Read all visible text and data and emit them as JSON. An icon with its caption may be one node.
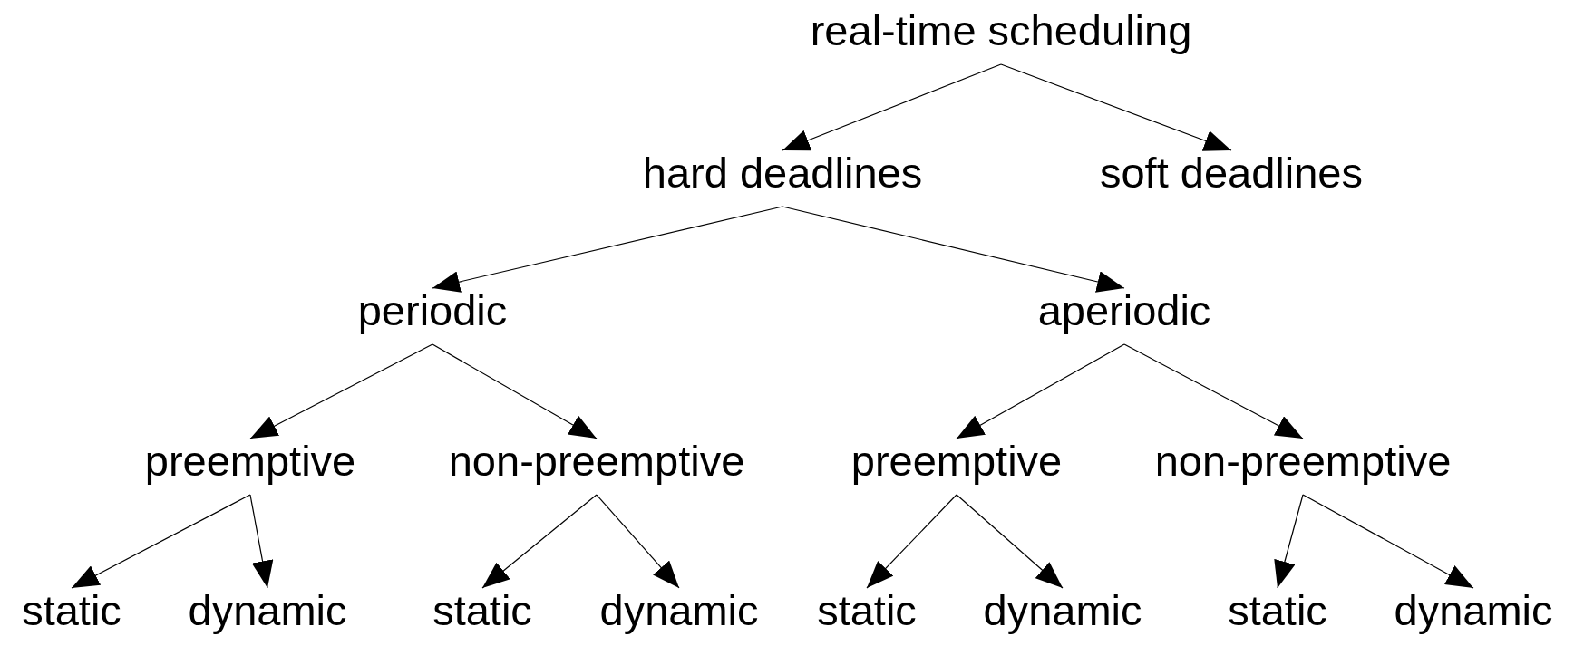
{
  "diagram": {
    "nodes": [
      {
        "text": [
          "real-time scheduling"
        ]
      },
      {
        "text": [
          "hard deadlines"
        ]
      },
      {
        "text": [
          "soft deadlines"
        ]
      },
      {
        "text": [
          "periodic"
        ]
      },
      {
        "text": [
          "aperiodic"
        ]
      },
      {
        "text": [
          "preemptive"
        ]
      },
      {
        "text": [
          "non-preemptive"
        ]
      },
      {
        "text": [
          "preemptive"
        ]
      },
      {
        "text": [
          "non-preemptive"
        ]
      },
      {
        "text": [
          "static"
        ]
      },
      {
        "text": [
          "dynamic"
        ]
      },
      {
        "text": [
          "static"
        ]
      },
      {
        "text": [
          "dynamic"
        ]
      },
      {
        "text": [
          "static"
        ]
      },
      {
        "text": [
          "dynamic"
        ]
      },
      {
        "text": [
          "static"
        ]
      },
      {
        "text": [
          "dynamic"
        ]
      }
    ],
    "edges": [
      {
        "from": 0,
        "to": 1,
        "arrow": "to"
      },
      {
        "from": 0,
        "to": 2,
        "arrow": "to"
      },
      {
        "from": 1,
        "to": 3,
        "arrow": "to"
      },
      {
        "from": 1,
        "to": 4,
        "arrow": "to"
      },
      {
        "from": 3,
        "to": 5,
        "arrow": "to"
      },
      {
        "from": 3,
        "to": 6,
        "arrow": "to"
      },
      {
        "from": 4,
        "to": 7,
        "arrow": "to"
      },
      {
        "from": 4,
        "to": 8,
        "arrow": "to"
      },
      {
        "from": 5,
        "to": 9,
        "arrow": "to"
      },
      {
        "from": 5,
        "to": 10,
        "arrow": "to"
      },
      {
        "from": 6,
        "to": 11,
        "arrow": "to"
      },
      {
        "from": 6,
        "to": 12,
        "arrow": "to"
      },
      {
        "from": 7,
        "to": 13,
        "arrow": "to"
      },
      {
        "from": 7,
        "to": 14,
        "arrow": "to"
      },
      {
        "from": 8,
        "to": 15,
        "arrow": "to"
      },
      {
        "from": 8,
        "to": 16,
        "arrow": "to"
      }
    ]
  }
}
